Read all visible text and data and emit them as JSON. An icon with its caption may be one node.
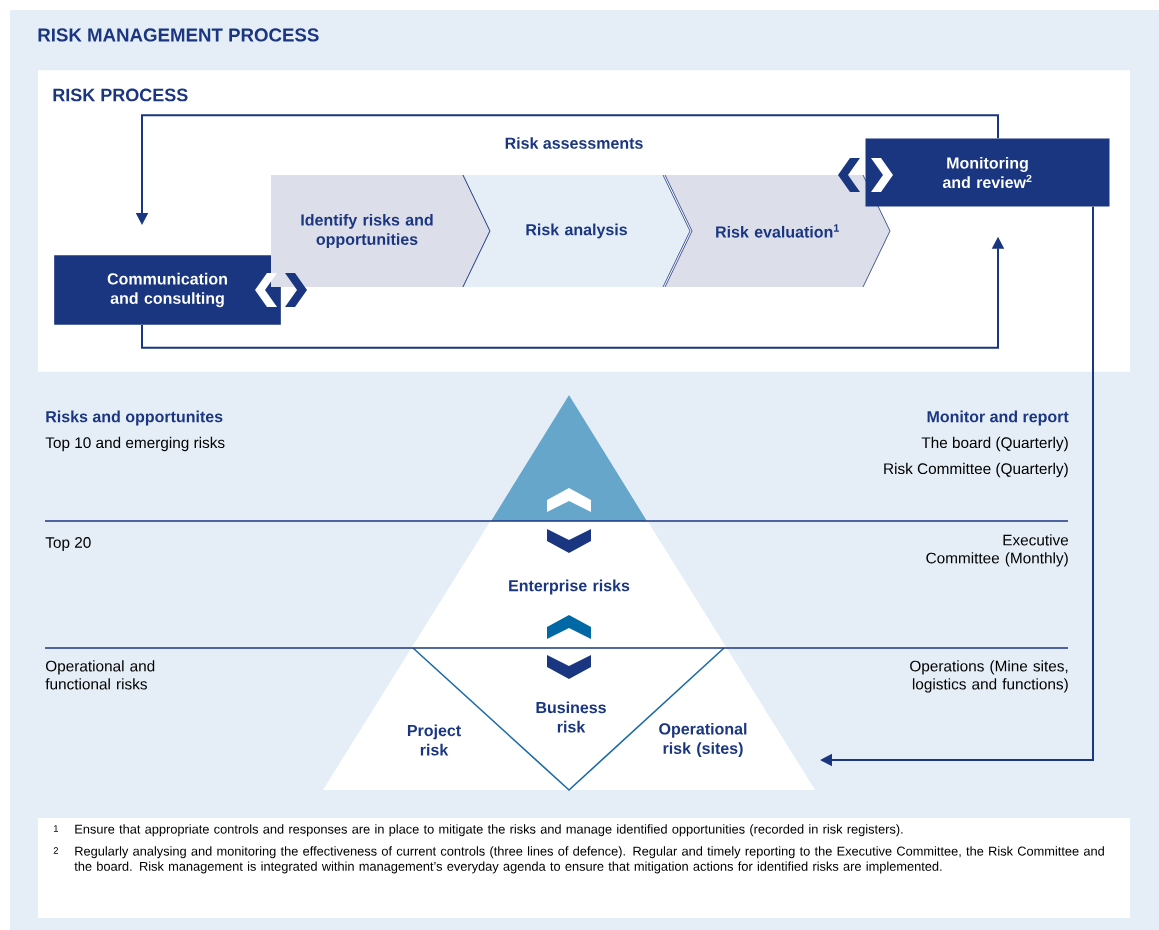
{
  "diagram": {
    "title": "RISK MANAGEMENT PROCESS",
    "nodes": [
      {
        "text": [
          "RISK PROCESS"
        ]
      },
      {
        "text": [
          "Communication and consulting"
        ],
        "in": 0
      },
      {
        "text": [
          "Identify risks and opportunities"
        ],
        "in": 0
      },
      {
        "text": [
          "Risk analysis"
        ],
        "in": 0
      },
      {
        "text": [
          "Risk evaluation$^{1}$"
        ],
        "in": 0
      },
      {
        "text": [
          "Monitoring and review$^{2}$"
        ],
        "in": 0
      },
      {
        "text": [
          "Enterprise risks"
        ]
      },
      {
        "text": [
          "Project risk"
        ]
      },
      {
        "text": [
          "Business risk"
        ]
      },
      {
        "text": [
          "Operational risk (sites)"
        ]
      }
    ],
    "edges": [
      {
        "from": 5,
        "to": 1,
        "arrow": "to"
      },
      {
        "from": 1,
        "to": 5,
        "arrow": "to"
      },
      {
        "from": 5,
        "to": 9,
        "arrow": "to"
      }
    ],
    "labels": [
      "Risk assessments",
      "Risks and opportunites",
      "Top 10 and emerging risks",
      "Monitor and report",
      "The board (Quarterly)",
      "Risk Committee (Quarterly)",
      "Top 20",
      "Executive Committee (Monthly)",
      "Operational and functional risks",
      "Operations (Mine sites, logistics and functions)",
      "1",
      "Ensure that appropriate controls and responses are in place to mitigate the risks and manage identified opportunities (recorded in risk registers).",
      "2",
      "Regularly analysing and monitoring the effectiveness of current controls (three lines of defence). Regular and timely reporting to the Executive Committee, the Risk Committee and the board. Risk management is integrated within management’s everyday agenda to ensure that mitigation actions for identified risks are implemented."
    ]
  }
}
